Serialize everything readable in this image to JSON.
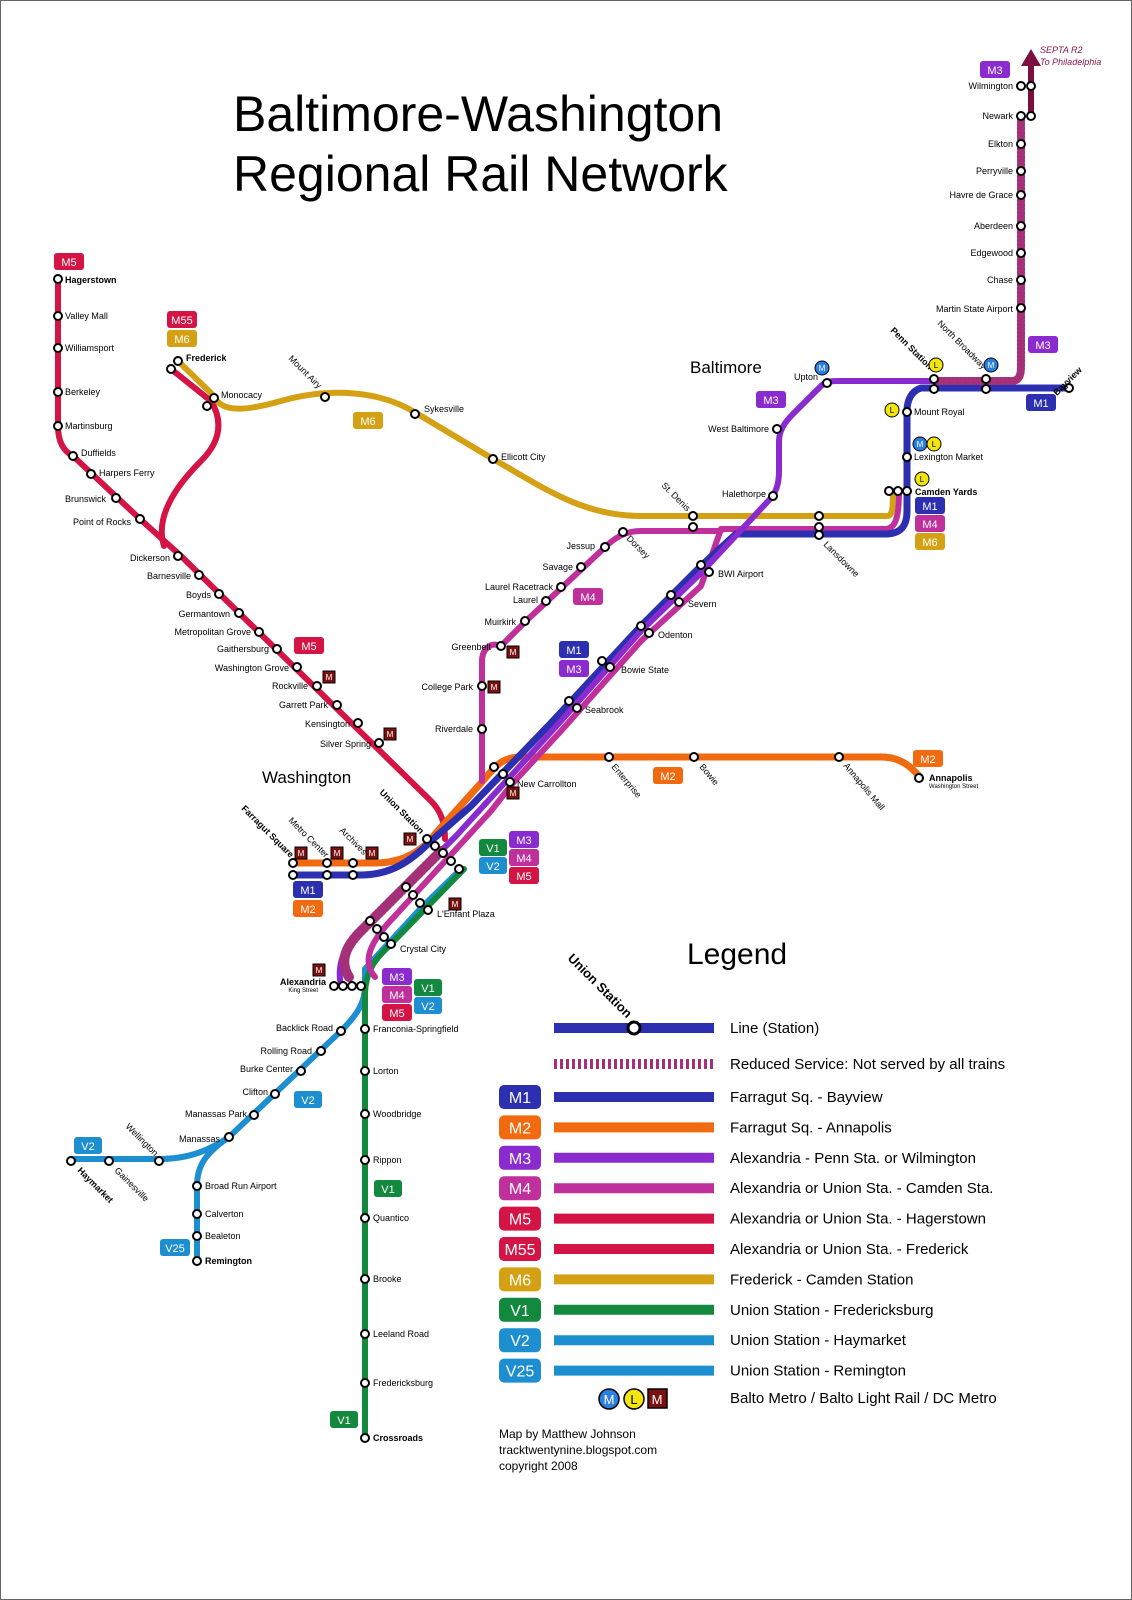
{
  "title": [
    "Baltimore-Washington",
    "Regional Rail Network"
  ],
  "colors": {
    "M1": "#2b2fb0",
    "M2": "#f26a10",
    "M3": "#8a2bd0",
    "M4": "#c0309c",
    "M5": "#d51446",
    "M55": "#d51446",
    "M6": "#d4a114",
    "V1": "#12893f",
    "V2": "#1d8fd0",
    "V25": "#1d8fd0",
    "reduced": "#a5307a",
    "metro_dc": "#7a1010",
    "metro_balto": "#2b7fe0",
    "light_rail": "#f2e510"
  },
  "cities": {
    "baltimore": "Baltimore",
    "washington": "Washington"
  },
  "septa": [
    "SEPTA R2",
    "To Philadelphia"
  ],
  "stations": {
    "hagerstown": "Hagerstown",
    "valley_mall": "Valley Mall",
    "williamsport": "Williamsport",
    "berkeley": "Berkeley",
    "martinsburg": "Martinsburg",
    "duffields": "Duffields",
    "harpers_ferry": "Harpers Ferry",
    "brunswick": "Brunswick",
    "point_of_rocks": "Point of Rocks",
    "dickerson": "Dickerson",
    "barnesville": "Barnesville",
    "boyds": "Boyds",
    "germantown": "Germantown",
    "metropolitan_grove": "Metropolitan Grove",
    "gaithersburg": "Gaithersburg",
    "washington_grove": "Washington Grove",
    "rockville": "Rockville",
    "garrett_park": "Garrett Park",
    "kensington": "Kensington",
    "silver_spring": "Silver Spring",
    "frederick": "Frederick",
    "monocacy": "Monocacy",
    "mount_airy": "Mount Airy",
    "sykesville": "Sykesville",
    "ellicott_city": "Ellicott City",
    "st_denis": "St. Denis",
    "dorsey": "Dorsey",
    "jessup": "Jessup",
    "savage": "Savage",
    "laurel_racetrack": "Laurel Racetrack",
    "laurel": "Laurel",
    "muirkirk": "Muirkirk",
    "greenbelt": "Greenbelt",
    "college_park": "College Park",
    "riverdale": "Riverdale",
    "new_carrollton": "New Carrollton",
    "enterprise": "Enterprise",
    "bowie": "Bowie",
    "annapolis_mall": "Annapolis Mall",
    "annapolis": "Annapolis",
    "annapolis_sub": "Washington Street",
    "seabrook": "Seabrook",
    "bowie_state": "Bowie State",
    "odenton": "Odenton",
    "severn": "Severn",
    "bwi": "BWI Airport",
    "halethorpe": "Halethorpe",
    "lansdowne": "Lansdowne",
    "west_baltimore": "West Baltimore",
    "upton": "Upton",
    "penn_station": "Penn Station",
    "north_broadway": "North Broadway",
    "bayview": "Bayview",
    "mount_royal": "Mount Royal",
    "lexington_market": "Lexington Market",
    "camden_yards": "Camden Yards",
    "martin_state": "Martin State Airport",
    "chase": "Chase",
    "edgewood": "Edgewood",
    "aberdeen": "Aberdeen",
    "havre_de_grace": "Havre de Grace",
    "perryville": "Perryville",
    "elkton": "Elkton",
    "newark": "Newark",
    "wilmington": "Wilmington",
    "farragut_square": "Farragut Square",
    "metro_center": "Metro Center",
    "archives": "Archives",
    "union_station": "Union Station",
    "lenfant_plaza": "L'Enfant Plaza",
    "crystal_city": "Crystal City",
    "alexandria": "Alexandria",
    "alexandria_sub": "King Street",
    "backlick_road": "Backlick Road",
    "rolling_road": "Rolling Road",
    "burke_centre": "Burke Center",
    "clifton": "Clifton",
    "manassas_park": "Manassas Park",
    "manassas": "Manassas",
    "wellington": "Wellington",
    "gainesville": "Gainesville",
    "haymarket": "Haymarket",
    "broad_run": "Broad Run Airport",
    "calverton": "Calverton",
    "bealeton": "Bealeton",
    "remington": "Remington",
    "franconia": "Franconia-Springfield",
    "lorton": "Lorton",
    "woodbridge": "Woodbridge",
    "rippon": "Rippon",
    "quantico": "Quantico",
    "brooke": "Brooke",
    "leeland_road": "Leeland Road",
    "fredericksburg": "Fredericksburg",
    "crossroads": "Crossroads"
  },
  "icons": {
    "metro_balto": "M",
    "light_rail": "L",
    "metro_dc": "M"
  },
  "legend": {
    "title": "Legend",
    "sample_station": "Union Station",
    "line_station": "Line (Station)",
    "reduced": "Reduced Service: Not served by all trains",
    "metro_note": "Balto Metro / Balto Light Rail / DC Metro",
    "lines": [
      {
        "code": "M1",
        "label": "Farragut Sq. - Bayview"
      },
      {
        "code": "M2",
        "label": "Farragut Sq. - Annapolis"
      },
      {
        "code": "M3",
        "label": "Alexandria - Penn Sta. or Wilmington"
      },
      {
        "code": "M4",
        "label": "Alexandria or Union Sta. - Camden Sta."
      },
      {
        "code": "M5",
        "label": "Alexandria or Union Sta. - Hagerstown"
      },
      {
        "code": "M55",
        "label": "Alexandria or Union Sta. - Frederick"
      },
      {
        "code": "M6",
        "label": "Frederick - Camden Station"
      },
      {
        "code": "V1",
        "label": "Union Station - Fredericksburg"
      },
      {
        "code": "V2",
        "label": "Union Station - Haymarket"
      },
      {
        "code": "V25",
        "label": "Union Station - Remington"
      }
    ]
  },
  "credit": [
    "Map by Matthew Johnson",
    "tracktwentynine.blogspot.com",
    "copyright 2008"
  ]
}
